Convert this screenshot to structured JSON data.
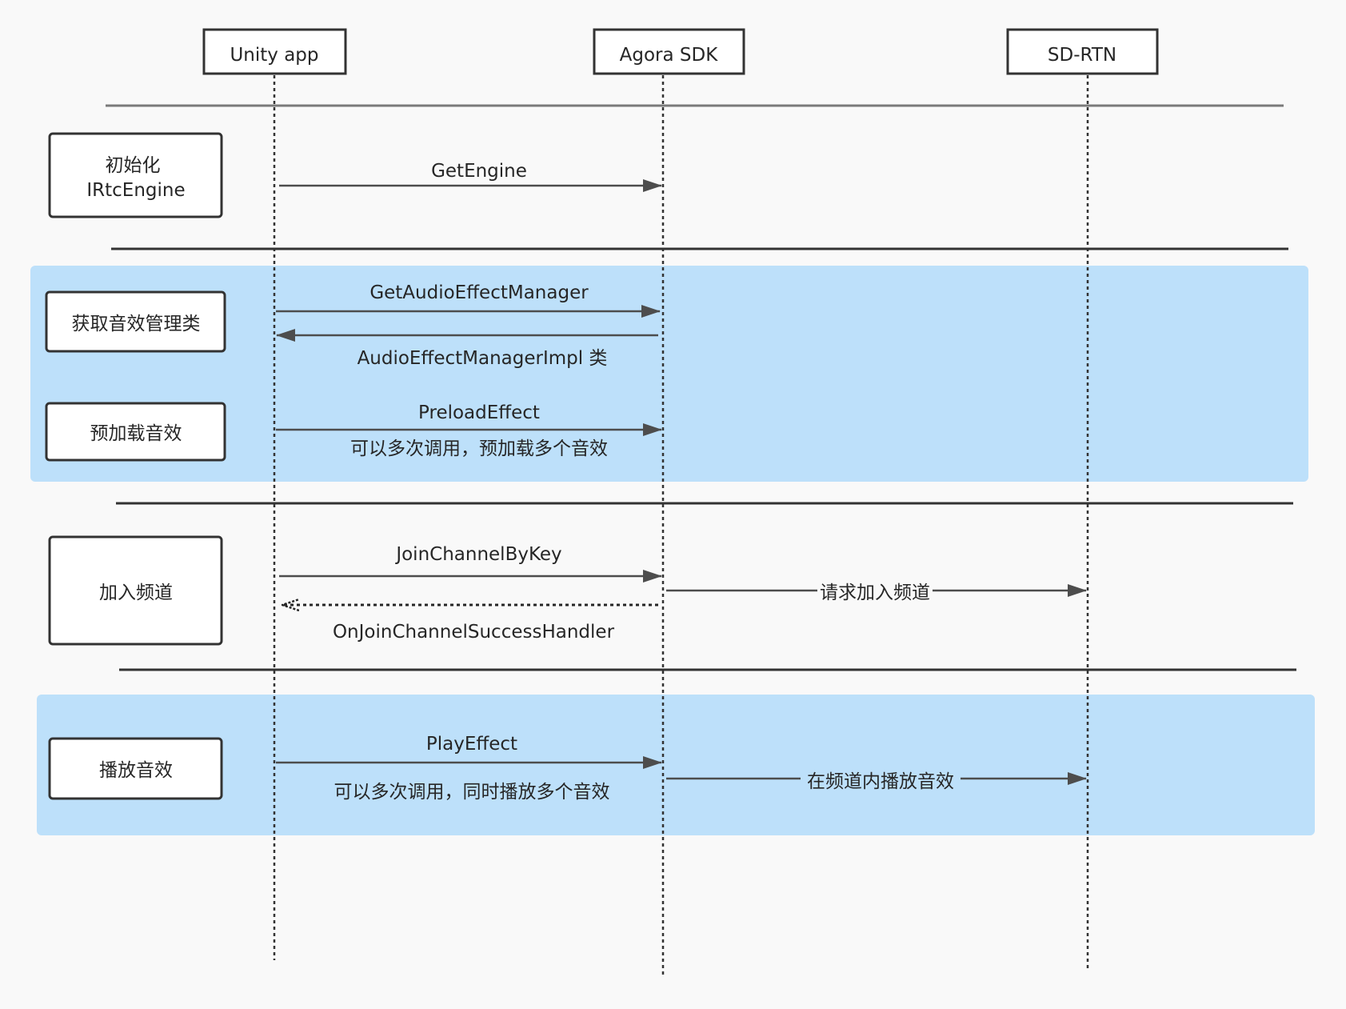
{
  "participants": {
    "unity": "Unity app",
    "sdk": "Agora SDK",
    "rtn": "SD-RTN"
  },
  "phases": {
    "init": {
      "line1": "初始化",
      "line2": "IRtcEngine"
    },
    "get_manager": "获取音效管理类",
    "preload": "预加载音效",
    "join": "加入频道",
    "play": "播放音效"
  },
  "messages": {
    "get_engine": "GetEngine",
    "get_audio_effect_manager": "GetAudioEffectManager",
    "audio_effect_manager_impl": "AudioEffectManagerImpl 类",
    "preload_effect": "PreloadEffect",
    "preload_note": "可以多次调用，预加载多个音效",
    "join_channel_by_key": "JoinChannelByKey",
    "request_join": "请求加入频道",
    "on_join_success": "OnJoinChannelSuccessHandler",
    "play_effect": "PlayEffect",
    "play_note": "可以多次调用，同时播放多个音效",
    "play_in_channel": "在频道内播放音效"
  },
  "colors": {
    "band": "#bde0fa",
    "line": "#4d4d4d",
    "text": "#262626"
  }
}
